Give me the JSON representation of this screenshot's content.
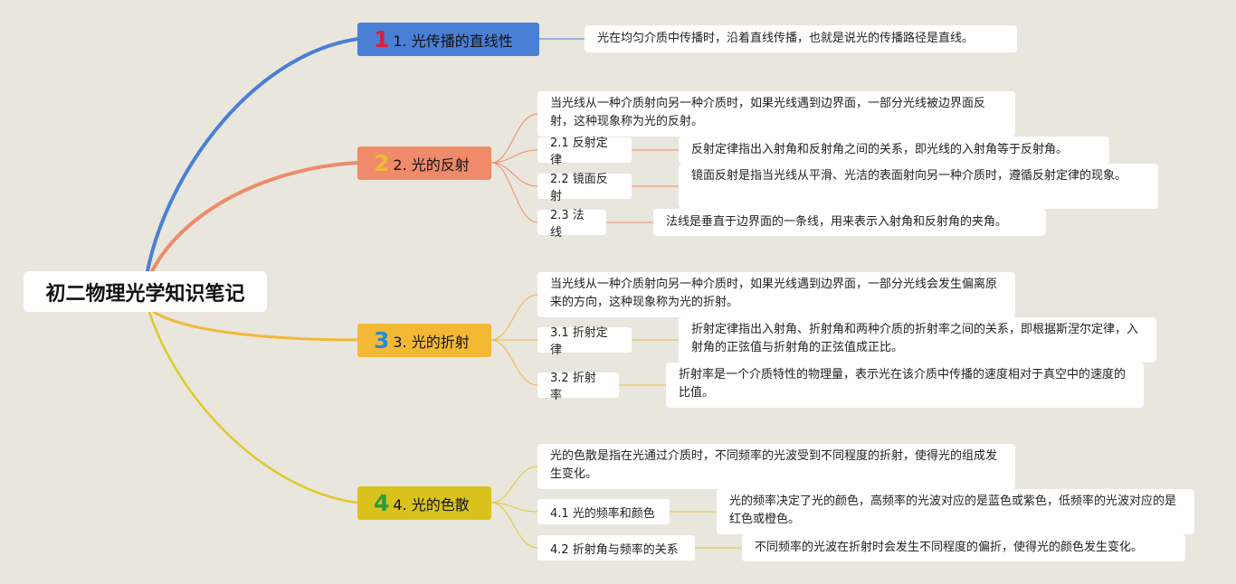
{
  "root": {
    "title": "初二物理光学知识笔记"
  },
  "colors": {
    "b1": "#4a7fd6",
    "b2": "#ef8a6a",
    "b3": "#f3b934",
    "b4": "#d9c21c",
    "n1": "#d8213a",
    "n2": "#f3b934",
    "n3": "#2a8bd0",
    "n4": "#2f9a3a",
    "line1": "#4a7fd6",
    "line2": "#ef8a6a",
    "line3": "#f0b83a",
    "line4": "#e0c82a"
  },
  "branches": [
    {
      "num": "1",
      "label": "1. 光传播的直线性",
      "desc": "光在均匀介质中传播时，沿着直线传播，也就是说光的传播路径是直线。"
    },
    {
      "num": "2",
      "label": "2. 光的反射",
      "desc": "当光线从一种介质射向另一种介质时，如果光线遇到边界面，一部分光线被边界面反射，这种现象称为光的反射。",
      "subs": [
        {
          "label": "2.1 反射定律",
          "desc": "反射定律指出入射角和反射角之间的关系，即光线的入射角等于反射角。"
        },
        {
          "label": "2.2 镜面反射",
          "desc": "镜面反射是指当光线从平滑、光洁的表面射向另一种介质时，遵循反射定律的现象。"
        },
        {
          "label": "2.3 法线",
          "desc": "法线是垂直于边界面的一条线，用来表示入射角和反射角的夹角。"
        }
      ]
    },
    {
      "num": "3",
      "label": "3. 光的折射",
      "desc": "当光线从一种介质射向另一种介质时，如果光线遇到边界面，一部分光线会发生偏离原来的方向，这种现象称为光的折射。",
      "subs": [
        {
          "label": "3.1 折射定律",
          "desc": "折射定律指出入射角、折射角和两种介质的折射率之间的关系，即根据斯涅尔定律，入射角的正弦值与折射角的正弦值成正比。"
        },
        {
          "label": "3.2 折射率",
          "desc": "折射率是一个介质特性的物理量，表示光在该介质中传播的速度相对于真空中的速度的比值。"
        }
      ]
    },
    {
      "num": "4",
      "label": "4. 光的色散",
      "desc": "光的色散是指在光通过介质时，不同频率的光波受到不同程度的折射，使得光的组成发生变化。",
      "subs": [
        {
          "label": "4.1 光的频率和颜色",
          "desc": "光的频率决定了光的颜色，高频率的光波对应的是蓝色或紫色，低频率的光波对应的是红色或橙色。"
        },
        {
          "label": "4.2 折射角与频率的关系",
          "desc": "不同频率的光波在折射时会发生不同程度的偏折，使得光的颜色发生变化。"
        }
      ]
    }
  ]
}
